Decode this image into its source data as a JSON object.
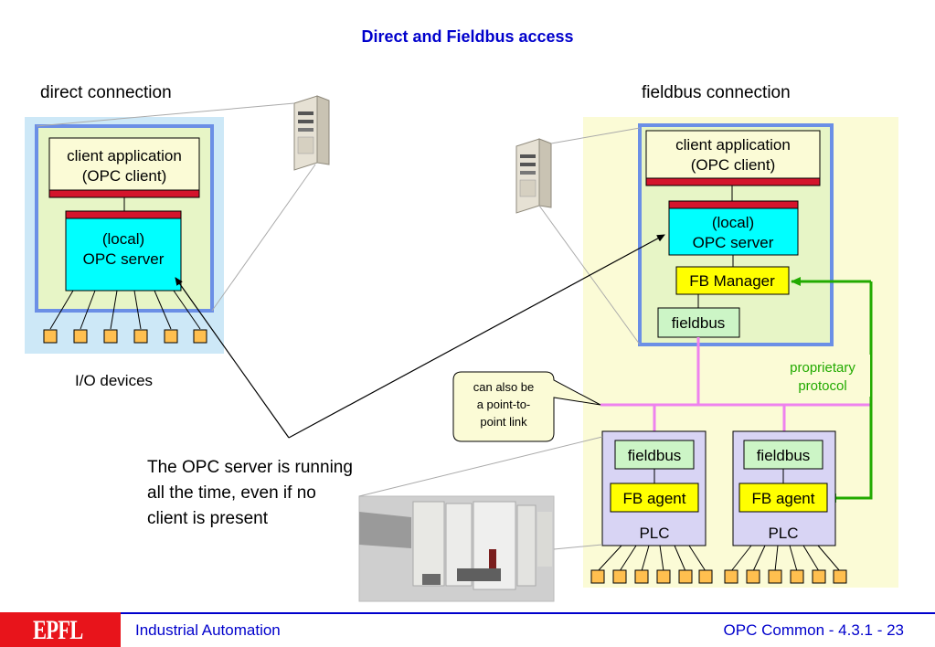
{
  "title": "Direct and Fieldbus access",
  "direct": {
    "heading": "direct connection",
    "client_line1": "client application",
    "client_line2": "(OPC client)",
    "server_line1": "(local)",
    "server_line2": "OPC server",
    "io_label": "I/O devices"
  },
  "fieldbus": {
    "heading": "fieldbus connection",
    "client_line1": "client application",
    "client_line2": "(OPC client)",
    "server_line1": "(local)",
    "server_line2": "OPC server",
    "fb_manager": "FB Manager",
    "fieldbus_label": "fieldbus",
    "protocol_line1": "proprietary",
    "protocol_line2": "protocol",
    "plc1": {
      "fieldbus": "fieldbus",
      "agent": "FB agent",
      "label": "PLC"
    },
    "plc2": {
      "fieldbus": "fieldbus",
      "agent": "FB agent",
      "label": "PLC"
    }
  },
  "callout": {
    "line1": "can also be",
    "line2": "a point-to-",
    "line3": "point link"
  },
  "note": {
    "line1": "The OPC server is running",
    "line2": "all the time, even if no",
    "line3": "client is present"
  },
  "footer": {
    "logo": "EPFL",
    "left": "Industrial Automation",
    "right": "OPC Common - 4.3.1 - 23"
  },
  "colors": {
    "title_blue": "#0000cc",
    "cyan_box": "#00ffff",
    "bar_red": "#d4142c",
    "frame_blue": "#6b8fe6",
    "light_cyan_bg": "#cde8f7",
    "green_bg": "#e7f5c6",
    "yellow_bg": "#fbfbd6",
    "plc_lavender": "#d8d4f4",
    "fieldbus_green": "#ccf5c6",
    "fb_yellow": "#ffff00",
    "io_orange": "#ffbf4f",
    "bus_magenta": "#ee82ee",
    "protocol_green": "#22aa00"
  }
}
